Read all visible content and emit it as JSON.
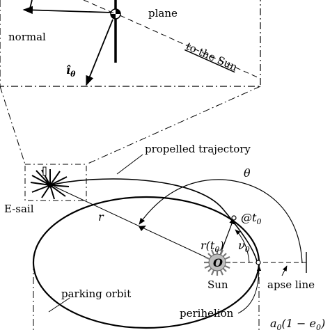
{
  "inset": {
    "plane_label": "plane",
    "normal_label": "normal",
    "to_sun_label": "to the Sun",
    "i_theta_label": "î",
    "i_theta_sub": "θ"
  },
  "main": {
    "propelled_label": "propelled trajectory",
    "theta_label": "θ",
    "esail_label": "E-sail",
    "r_label": "r",
    "r_t0_label": "r(t",
    "r_t0_sub": "0",
    "r_t0_close": ")",
    "at_t0_label": "@t",
    "at_t0_sub": "0",
    "nu0_label": "ν",
    "nu0_sub": "0",
    "o_label": "O",
    "sun_label": "Sun",
    "apse_label": "apse line",
    "parking_label": "parking orbit",
    "perihelion_label": "perihelion",
    "a0_label": "a",
    "a0_sub": "0",
    "a0_rest": "(1 − e",
    "a0_sub2": "0",
    "a0_close": ")"
  }
}
